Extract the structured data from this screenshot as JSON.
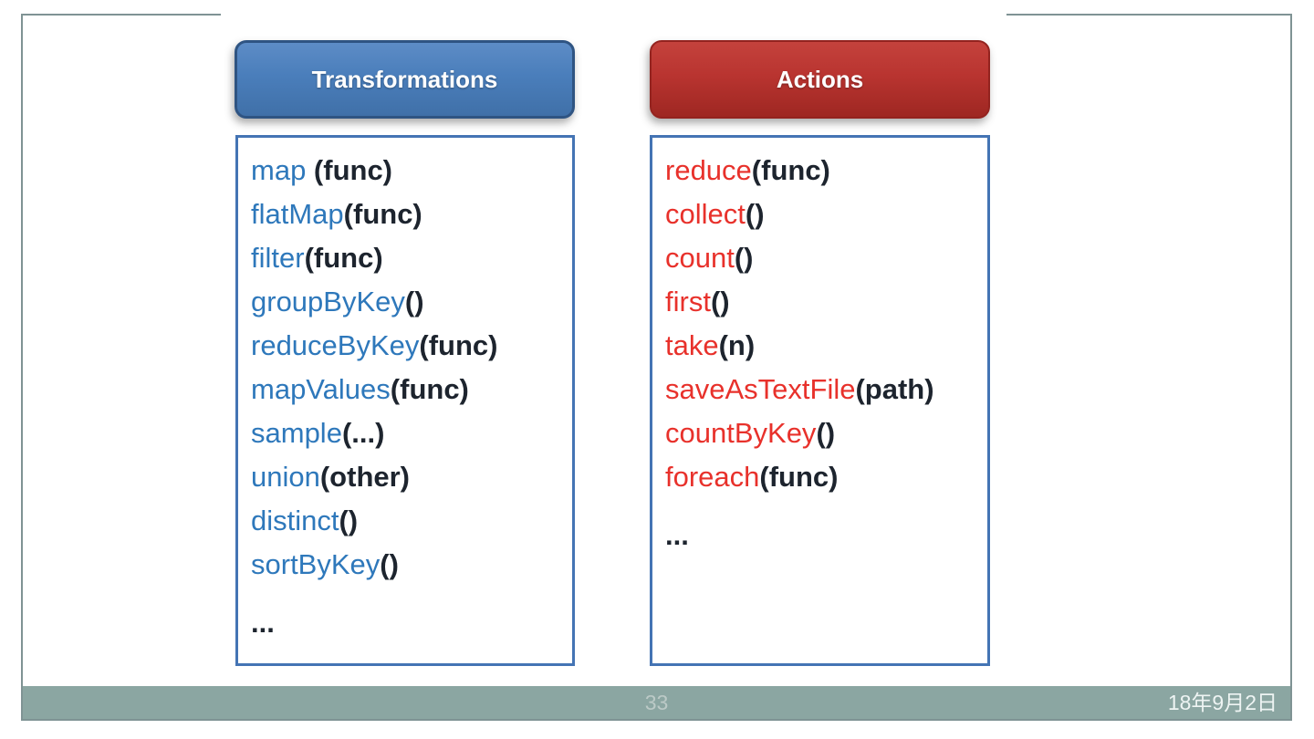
{
  "slide": {
    "footer": {
      "page_number": "33",
      "date": "18年9月2日"
    },
    "columns": [
      {
        "title": "Transformations",
        "items": [
          {
            "name": "map ",
            "args": "(func)"
          },
          {
            "name": "flatMap",
            "args": "(func)"
          },
          {
            "name": "filter",
            "args": "(func)"
          },
          {
            "name": "groupByKey",
            "args": "()"
          },
          {
            "name": "reduceByKey",
            "args": "(func)"
          },
          {
            "name": "mapValues",
            "args": "(func)"
          },
          {
            "name": "sample",
            "args": "(...)"
          },
          {
            "name": "union",
            "args": "(other)"
          },
          {
            "name": "distinct",
            "args": "()"
          },
          {
            "name": "sortByKey",
            "args": "()"
          },
          {
            "name": "",
            "args": "..."
          }
        ]
      },
      {
        "title": "Actions",
        "items": [
          {
            "name": "reduce",
            "args": "(func)"
          },
          {
            "name": "collect",
            "args": "()"
          },
          {
            "name": "count",
            "args": "()"
          },
          {
            "name": "first",
            "args": "()"
          },
          {
            "name": "take",
            "args": "(n)"
          },
          {
            "name": "saveAsTextFile",
            "args": "(path)"
          },
          {
            "name": "countByKey",
            "args": "()"
          },
          {
            "name": "foreach",
            "args": "(func)"
          },
          {
            "name": "",
            "args": "..."
          }
        ]
      }
    ],
    "colors": {
      "transformations_accent": "#4a7ebb",
      "transformations_border": "#2f5482",
      "actions_accent": "#b93430",
      "function_name_blue": "#2e78bb",
      "function_name_red": "#e8312b",
      "args_dark": "#1d242e",
      "list_box_border": "#4474b4",
      "footer_bar": "#8ba6a2",
      "frame_border": "#7f9394"
    }
  }
}
